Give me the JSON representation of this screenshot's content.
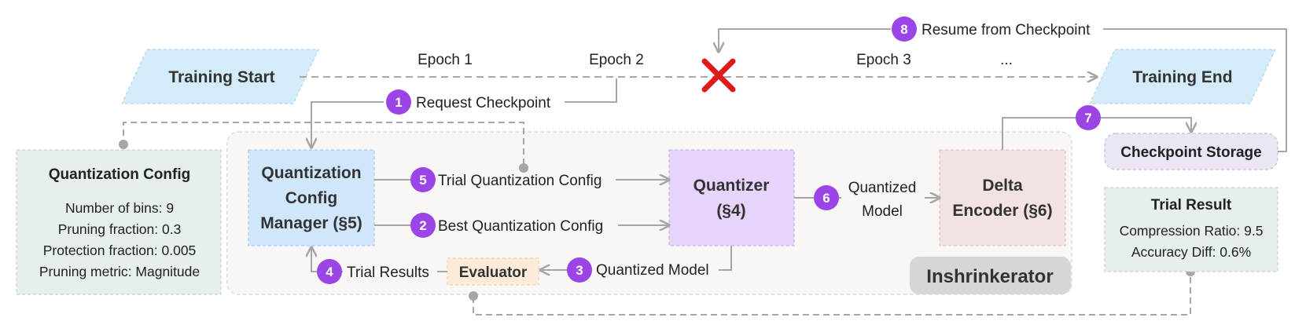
{
  "system_name": "Inshrinkerator",
  "training": {
    "start": "Training Start",
    "end": "Training End",
    "epochs": [
      "Epoch 1",
      "Epoch 2",
      "Epoch 3",
      "..."
    ]
  },
  "boxes": {
    "manager": [
      "Quantization",
      "Config",
      "Manager (§5)"
    ],
    "quantizer": [
      "Quantizer",
      "(§4)"
    ],
    "delta_encoder": [
      "Delta",
      "Encoder (§6)"
    ],
    "evaluator": "Evaluator",
    "checkpoint_storage": "Checkpoint Storage"
  },
  "steps": [
    {
      "num": "1",
      "label": "Request Checkpoint"
    },
    {
      "num": "2",
      "label": "Best Quantization Config"
    },
    {
      "num": "3",
      "label": "Quantized Model"
    },
    {
      "num": "4",
      "label": "Trial Results"
    },
    {
      "num": "5",
      "label": "Trial Quantization Config"
    },
    {
      "num": "6",
      "label": [
        "Quantized",
        "Model"
      ]
    },
    {
      "num": "7",
      "label": ""
    },
    {
      "num": "8",
      "label": "Resume from Checkpoint"
    }
  ],
  "quant_config": {
    "title": "Quantization Config",
    "lines": [
      "Number of bins: 9",
      "Pruning fraction: 0.3",
      "Protection fraction: 0.005",
      "Pruning metric: Magnitude"
    ]
  },
  "trial_result": {
    "title": "Trial Result",
    "lines": [
      "Compression Ratio: 9.5",
      "Accuracy Diff: 0.6%"
    ]
  },
  "colors": {
    "circle": "#9b45e6",
    "manager_fill": "#cfe6fb",
    "quantizer_fill": "#e6d4fb",
    "encoder_fill": "#f3e2e2",
    "evaluator_fill": "#fcebd9",
    "storage_fill": "#ece6f4",
    "note_fill": "#e6efea",
    "training_fill": "#d4ecfa",
    "cross": "#e01b1b",
    "arrow": "#a6a6a6"
  }
}
